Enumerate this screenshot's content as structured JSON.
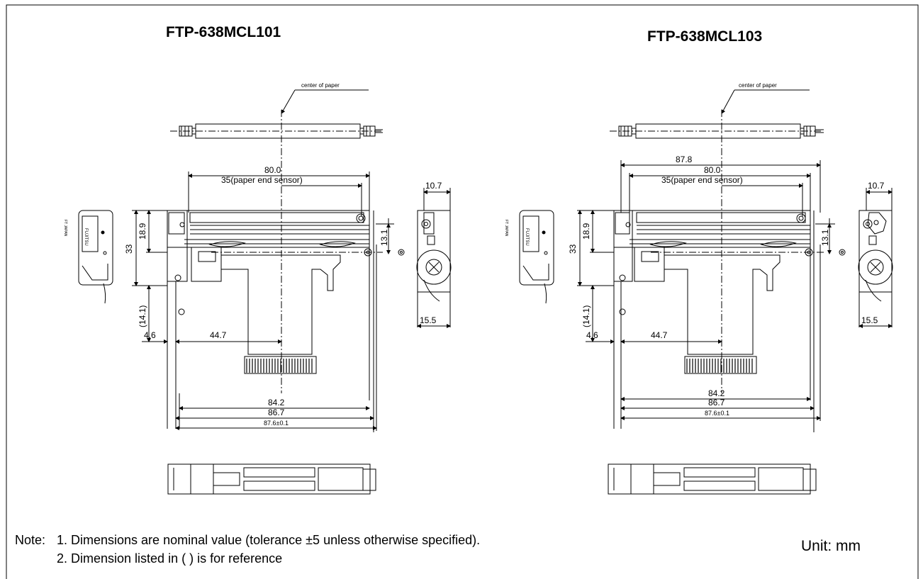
{
  "titles": {
    "left": "FTP-638MCL101",
    "right": "FTP-638MCL103"
  },
  "left_drawing": {
    "center_label": "center of paper",
    "dims": {
      "width_80": "80.0",
      "sensor": "35(paper end sensor)",
      "h33": "33",
      "h18_9": "18.9",
      "h14_1": "(14.1)",
      "d4_6": "4.6",
      "d44_7": "44.7",
      "d84_2": "84.2",
      "d86_7": "86.7",
      "d87_6": "87.6±0.1",
      "d13_1": "13.1",
      "d10_7": "10.7",
      "d15_5": "15.5"
    }
  },
  "right_drawing": {
    "center_label": "center of paper",
    "dims": {
      "width_87_8": "87.8",
      "width_80": "80.0",
      "sensor": "35(paper end sensor)",
      "h33": "33",
      "h18_9": "18.9",
      "h14_1": "(14.1)",
      "d4_6": "4.6",
      "d44_7": "44.7",
      "d84_2": "84.2",
      "d86_7": "86.7",
      "d87_6": "87.6±0.1",
      "d13_1": "13.1",
      "d10_7": "10.7",
      "d15_5": "15.5"
    }
  },
  "notes": {
    "prefix": "Note:",
    "line1": "1. Dimensions are nominal value (tolerance ±5 unless otherwise specified).",
    "line2": "2. Dimension listed in ( ) is for reference"
  },
  "unit": "Unit: mm",
  "label_text": {
    "brand": "FUJITSU",
    "small": "FT  JAPAN"
  }
}
